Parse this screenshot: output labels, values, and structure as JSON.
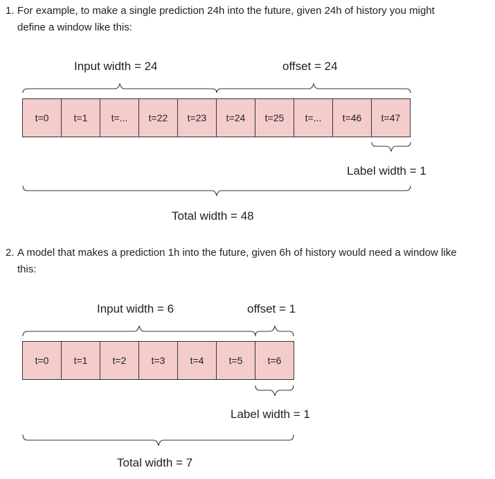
{
  "items": [
    {
      "number": "1.",
      "lines": [
        "For example, to make a single prediction 24h into the future, given 24h of history you might",
        "define a window like this:"
      ]
    },
    {
      "number": "2.",
      "lines": [
        "A model that makes a prediction 1h into the future, given 6h of history would need a window like",
        "this:"
      ]
    }
  ],
  "diagram1": {
    "input_label": "Input width = 24",
    "offset_label": "offset = 24",
    "label_label": "Label width = 1",
    "total_label": "Total width = 48",
    "cells": [
      "t=0",
      "t=1",
      "t=...",
      "t=22",
      "t=23",
      "t=24",
      "t=25",
      "t=...",
      "t=46",
      "t=47"
    ],
    "cell_color": "#f4cccc"
  },
  "diagram2": {
    "input_label": "Input width = 6",
    "offset_label": "offset = 1",
    "label_label": "Label width = 1",
    "total_label": "Total width = 7",
    "cells": [
      "t=0",
      "t=1",
      "t=2",
      "t=3",
      "t=4",
      "t=5",
      "t=6"
    ],
    "cell_color": "#f4cccc"
  }
}
